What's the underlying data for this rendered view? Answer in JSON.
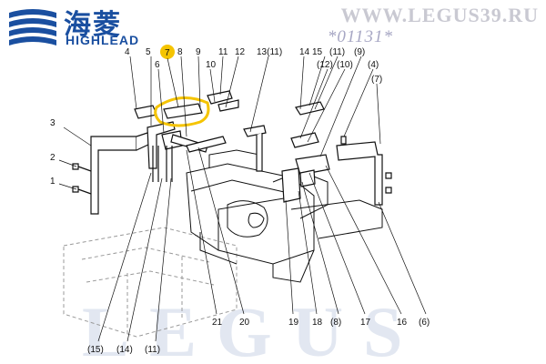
{
  "brand": {
    "name_cn": "海菱",
    "name_en": "HIGHLEAD",
    "accent": "#1a4fa0"
  },
  "site": {
    "url": "WWW.LEGUS39.RU",
    "code": "*01131*",
    "watermark": "LEGUS"
  },
  "highlight": {
    "label": "7",
    "color": "#f5c400"
  },
  "labels": {
    "top": [
      "4",
      "5",
      "6",
      "7",
      "8",
      "9",
      "10",
      "11",
      "12"
    ],
    "top_right": [
      "13(11)",
      "14",
      "15",
      "(11)",
      "(12)",
      "(10)",
      "(9)",
      "(4)",
      "(7)"
    ],
    "left": [
      "3",
      "2",
      "1"
    ],
    "bottom": [
      "(15)",
      "(14)",
      "(11)",
      "21",
      "20",
      "19",
      "18",
      "(8)",
      "17",
      "16",
      "(6)"
    ]
  }
}
